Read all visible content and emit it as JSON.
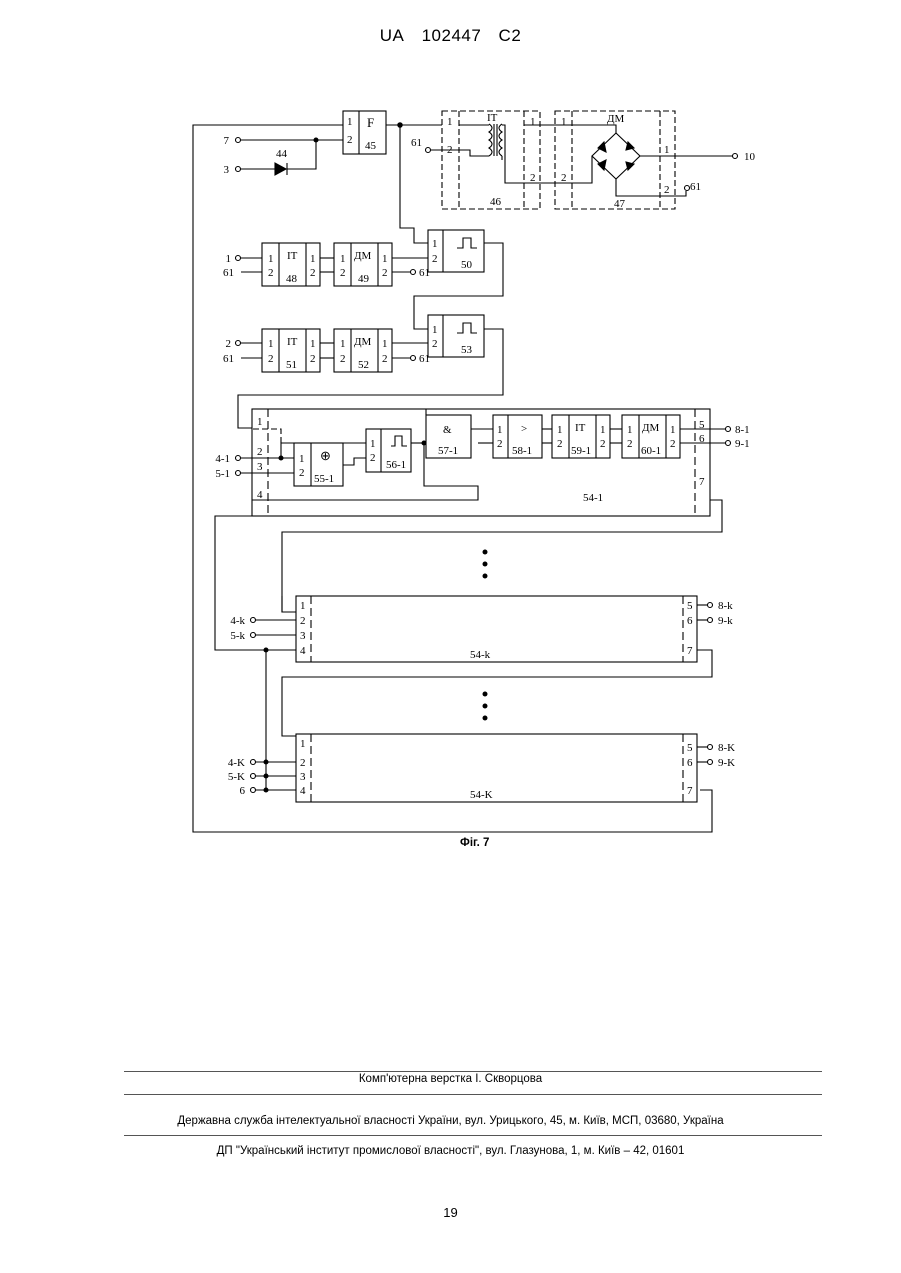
{
  "header": {
    "country": "UA",
    "number": "102447",
    "kind": "C2"
  },
  "figure": {
    "caption": "Фіг. 7",
    "labels": {
      "in7": "7",
      "in3": "3",
      "diode": "44",
      "f_sym": "F",
      "f_num": "45",
      "p1": "1",
      "p2": "2",
      "it": "IT",
      "dm": "ДМ",
      "in61": "61",
      "out10": "10",
      "n46": "46",
      "n47": "47",
      "in1": "1",
      "in2": "2",
      "n48": "48",
      "n49": "49",
      "n50": "50",
      "n51": "51",
      "n52": "52",
      "n53": "53",
      "in4_1": "4-1",
      "in5_1": "5-1",
      "xor": "⊕",
      "and": "&",
      "gt": ">",
      "n55": "55-1",
      "n56": "56-1",
      "n57": "57-1",
      "n58": "58-1",
      "n59": "59-1",
      "n60": "60-1",
      "n54_1": "54-1",
      "out8_1": "8-1",
      "out9_1": "9-1",
      "p3": "3",
      "p4": "4",
      "p5": "5",
      "p6": "6",
      "p7": "7",
      "in4_k": "4-k",
      "in5_k": "5-k",
      "n54_k": "54-k",
      "out8_k": "8-k",
      "out9_k": "9-k",
      "in4_K": "4-K",
      "in5_K": "5-K",
      "in6": "6",
      "n54_K": "54-K",
      "out8_K": "8-K",
      "out9_K": "9-K"
    }
  },
  "footer": {
    "layout": "Комп'ютерна верстка І. Скворцова",
    "service": "Державна служба інтелектуальної власності України, вул. Урицького, 45, м. Київ, МСП, 03680, Україна",
    "institute": "ДП \"Український інститут промислової власності\", вул. Глазунова, 1, м. Київ – 42, 01601"
  },
  "page_number": "19"
}
